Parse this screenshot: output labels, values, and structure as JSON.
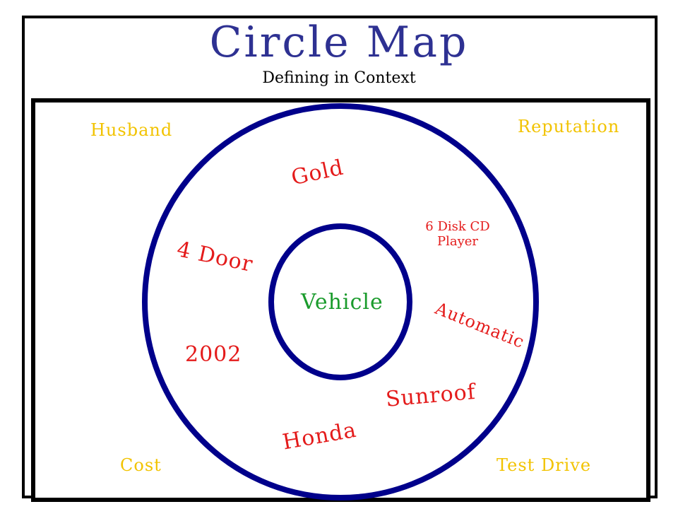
{
  "header": {
    "title": "Circle Map",
    "subtitle": "Defining in Context"
  },
  "center": {
    "label": "Vehicle"
  },
  "attributes": {
    "gold": "Gold",
    "cd_player": "6 Disk CD Player",
    "four_door": "4 Door",
    "automatic": "Automatic",
    "year": "2002",
    "sunroof": "Sunroof",
    "honda": "Honda"
  },
  "frame_of_reference": {
    "husband": "Husband",
    "reputation": "Reputation",
    "cost": "Cost",
    "test_drive": "Test Drive"
  },
  "colors": {
    "title": "#2e3192",
    "circles": "#00008b",
    "center_text": "#1a9b2c",
    "attribute_text": "#e41b1b",
    "frame_text": "#f2c300",
    "frames": "#000000"
  }
}
